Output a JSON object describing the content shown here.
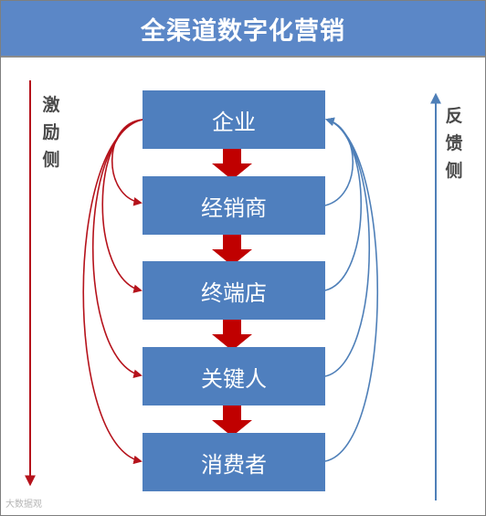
{
  "title": "全渠道数字化营销",
  "left_side": {
    "label": "激励侧",
    "color": "#b5121b"
  },
  "right_side": {
    "label": "反馈侧",
    "color": "#4e7fb8"
  },
  "nodes": [
    {
      "label": "企业"
    },
    {
      "label": "经销商"
    },
    {
      "label": "终端店"
    },
    {
      "label": "关键人"
    },
    {
      "label": "消费者"
    }
  ],
  "colors": {
    "header": "#5b87c7",
    "node_fill": "#4f7fbe",
    "down_arrow": "#c00000"
  },
  "watermark": "大数据观"
}
